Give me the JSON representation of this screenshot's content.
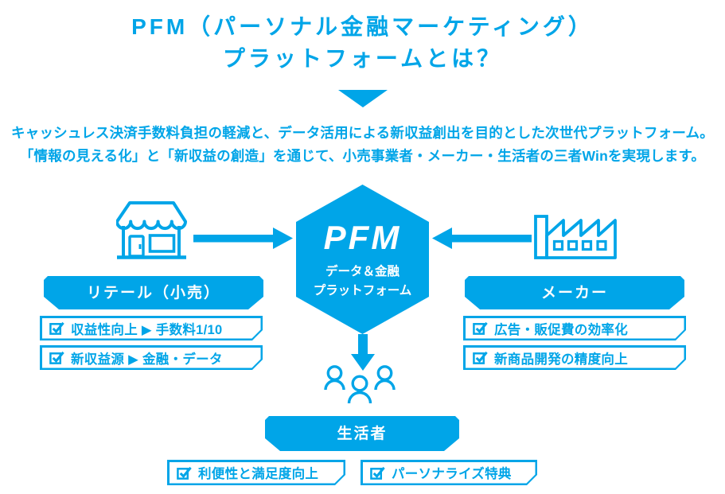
{
  "colors": {
    "primary": "#00a5e8",
    "background": "#ffffff",
    "text_on_primary": "#ffffff"
  },
  "header": {
    "title_line1": "PFM（パーソナル金融マーケティング）",
    "title_line2": "プラットフォームとは？",
    "description_line1": "キャッシュレス決済手数料負担の軽減と、データ活用による新収益創出を目的とした次世代プラットフォーム。",
    "description_line2": "「情報の見える化」と「新収益の創造」を通じて、小売事業者・メーカー・生活者の三者Winを実現します。"
  },
  "platform": {
    "shape": "hexagon",
    "name": "PFM",
    "subtitle_line1": "データ＆金融",
    "subtitle_line2": "プラットフォーム"
  },
  "retail": {
    "icon": "storefront-icon",
    "label": "リテール（小売）",
    "benefits": [
      "収益性向上 ▶ 手数料1/10",
      "新収益源 ▶ 金融・データ"
    ]
  },
  "maker": {
    "icon": "factory-icon",
    "label": "メーカー",
    "benefits": [
      "広告・販促費の効率化",
      "新商品開発の精度向上"
    ]
  },
  "consumer": {
    "icon": "people-icon",
    "label": "生活者",
    "benefits": [
      "利便性と満足度向上",
      "パーソナライズ特典"
    ]
  },
  "icons": {
    "divider": "down-triangle-icon",
    "benefit_bullet": "checked-checkbox-icon",
    "retail_to_platform": "arrow-right-icon",
    "maker_to_platform": "arrow-left-icon",
    "platform_to_consumer": "arrow-down-icon"
  }
}
